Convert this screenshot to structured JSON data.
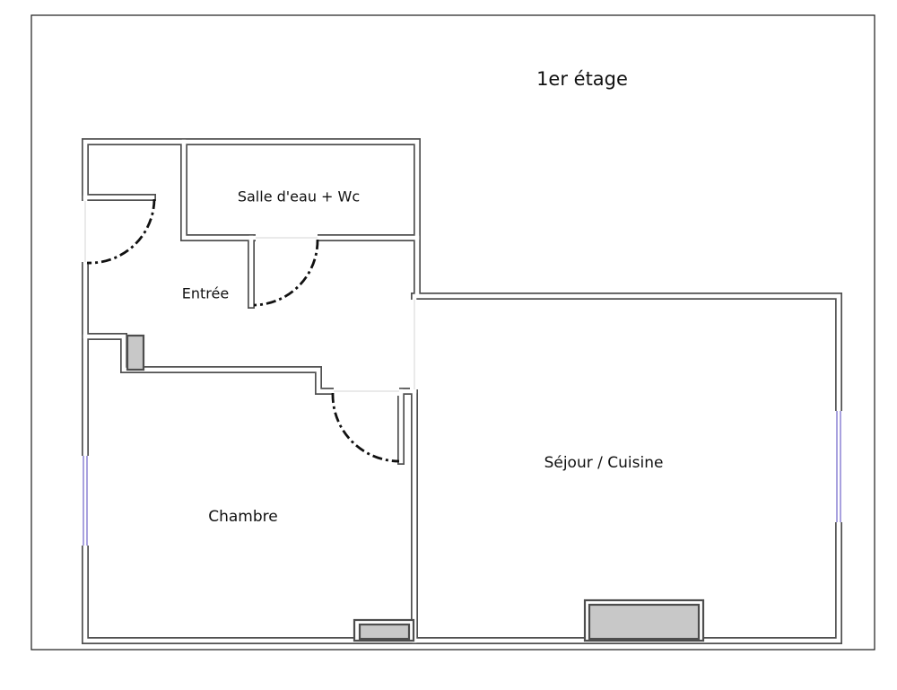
{
  "title": "1er étage",
  "rooms": {
    "bathroom": "Salle d'eau + Wc",
    "entry": "Entrée",
    "living": "Séjour / Cuisine",
    "bedroom": "Chambre"
  }
}
